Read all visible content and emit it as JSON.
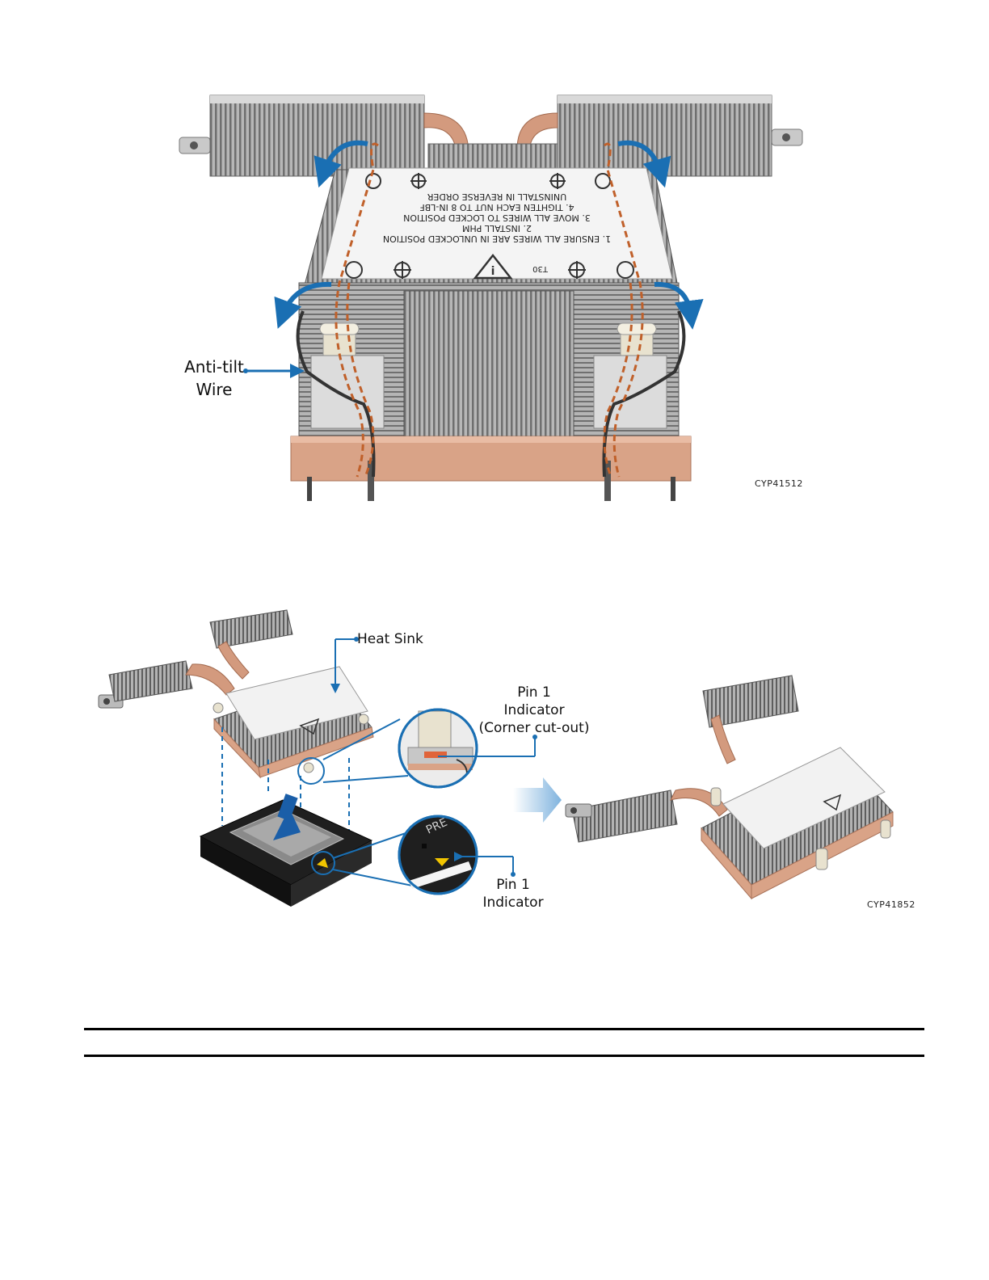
{
  "figure_1": {
    "callout_label_line1": "Anti-tilt",
    "callout_label_line2": "Wire",
    "figure_code": "CYP41512",
    "label_plate": {
      "line1": "1. ENSURE ALL WIRES ARE IN UNLOCKED POSITION",
      "line2": "2. INSTALL PHM",
      "line3": "3. MOVE ALL WIRES TO LOCKED POSITION",
      "line4": "4. TIGHTEN EACH NUT TO 8 IN-LBF",
      "line5": "UNINSTALL IN REVERSE ORDER",
      "torque_code": "T30"
    }
  },
  "figure_2": {
    "heat_sink_label": "Heat Sink",
    "pin1_corner_line1": "Pin 1",
    "pin1_corner_line2": "Indicator",
    "pin1_corner_line3": "(Corner cut-out)",
    "pin1_socket_line1": "Pin 1",
    "pin1_socket_line2": "Indicator",
    "socket_marking": "PRE",
    "figure_code": "CYP41852"
  },
  "colors": {
    "callout_blue": "#1a6fb3",
    "copper": "#d9a387",
    "fin_gray": "#9a9a9a",
    "dashed_wire": "#c0602a",
    "pin_indicator": "#f2c500"
  }
}
